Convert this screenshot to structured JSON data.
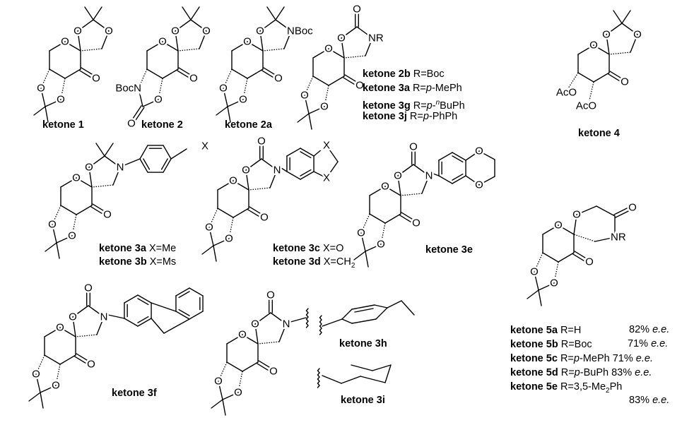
{
  "atoms": {
    "O": "O",
    "N": "N",
    "NR": "NR",
    "NBoc": "NBoc",
    "BocN": "BocN",
    "AcO": "AcO",
    "X": "X"
  },
  "labels": {
    "k1": "ketone 1",
    "k2": "ketone 2",
    "k2a": "ketone 2a",
    "k4": "ketone 4",
    "k3e": "ketone 3e",
    "k3f": "ketone 3f",
    "k3h": "ketone 3h",
    "k3i": "ketone 3i"
  },
  "r_list": [
    {
      "name": "ketone 2b",
      "r": "R=Boc"
    },
    {
      "name": "ketone 3a",
      "r_pre": "R=",
      "p": "p",
      "r_post": "-MePh"
    },
    {
      "name": "ketone 3g",
      "r_pre": "R=",
      "p": "p",
      "sep": "-",
      "sup": "n",
      "r_post": "BuPh"
    },
    {
      "name": "ketone 3j",
      "r_pre": "R=",
      "p": "p",
      "r_post": "-PhPh"
    }
  ],
  "x_3a": [
    {
      "name": "ketone 3a",
      "x": "X=Me"
    },
    {
      "name": "ketone 3b",
      "x": "X=Ms"
    }
  ],
  "x_3c": [
    {
      "name": "ketone 3c",
      "x": "X=O"
    },
    {
      "name": "ketone 3d",
      "x": "X=CH",
      "sub": "2"
    }
  ],
  "series5": [
    {
      "name": "ketone 5a",
      "r": "R=H",
      "ee": "82%",
      "ee_unit": "e.e."
    },
    {
      "name": "ketone 5b",
      "r": "R=Boc",
      "ee": "71%",
      "ee_unit": "e.e."
    },
    {
      "name": "ketone 5c",
      "r_pre": "R=",
      "p": "p",
      "r_post": "-MePh",
      "ee": "71%",
      "ee_unit": "e.e."
    },
    {
      "name": "ketone 5d",
      "r_pre": "R=",
      "p": "p",
      "r_post": "-BuPh",
      "ee": "83%",
      "ee_unit": "e.e."
    },
    {
      "name": "ketone 5e",
      "r_pre": "R=3,5-Me",
      "sub": "2",
      "r_post": "Ph",
      "ee": "83%",
      "ee_unit": "e.e."
    }
  ]
}
